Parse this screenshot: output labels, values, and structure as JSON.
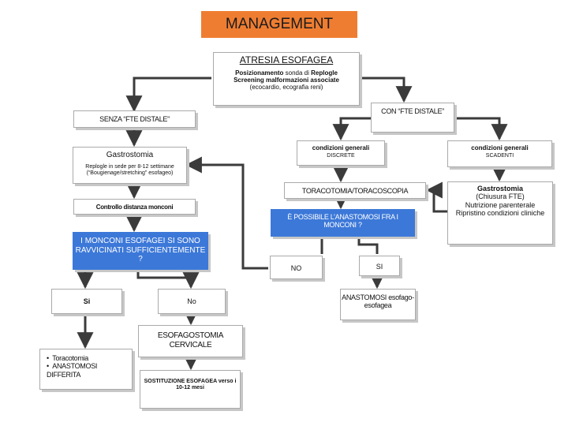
{
  "title": "MANAGEMENT",
  "atresia": {
    "heading": "ATRESIA ESOFAGEA",
    "line1_bold": "Posizionamento",
    "line1_mid": " sonda di ",
    "line1_end": "Replogle",
    "line2": "Screening malformazioni associate",
    "line3": "(ecocardio, ecografia reni)"
  },
  "senza_fte": "SENZA “FTE DISTALE”",
  "con_fte": "CON “FTE DISTALE”",
  "gastrostomia_left": {
    "title": "Gastrostomia",
    "text": "Replogle in sede per 8-12 settimane (“Bougienage/stretching” esofageo)"
  },
  "controllo": "Controllo distanza monconi",
  "monconi_question": "I MONCONI ESOFAGEI SI SONO RAVVICINATI SUFFICIENTEMENTE ?",
  "si_left": "Si",
  "no_left": "No",
  "bullets": [
    "Toracotomia",
    "ANASTOMOSI DIFFERITA"
  ],
  "esofagostomia": "ESOFAGOSTOMIA CERVICALE",
  "sostituzione": "SOSTITUZIONE ESOFAGEA verso i 10-12 mesi",
  "cond_discrete": {
    "title": "condizioni generali",
    "value": "DISCRETE"
  },
  "cond_scadenti": {
    "title": "condizioni generali",
    "value": "SCADENTI"
  },
  "toracotomia": "TORACOTOMIA/TORACOSCOPIA",
  "possibile": "È POSSIBILE L’ANASTOMOSI FRA I MONCONI ?",
  "no_right": "NO",
  "si_right": "SI",
  "anastomosi": "ANASTOMOSI esofago-esofagea",
  "gastrostomia_right": {
    "title": "Gastrostomia",
    "lines": [
      "(Chiusura FTE)",
      "Nutrizione parenterale",
      "Ripristino condizioni cliniche"
    ]
  },
  "colors": {
    "title_bg": "#ef7d31",
    "blue_box": "#3c78d8",
    "arrow": "#3b3b3b"
  }
}
